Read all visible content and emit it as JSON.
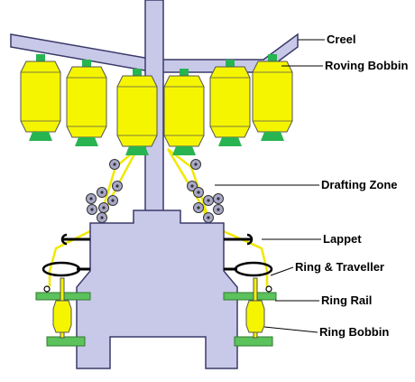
{
  "labels": {
    "creel": "Creel",
    "roving_bobbin": "Roving Bobbin",
    "drafting_zone": "Drafting Zone",
    "lappet": "Lappet",
    "ring_traveller": "Ring & Traveller",
    "ring_rail": "Ring Rail",
    "ring_bobbin": "Ring Bobbin"
  },
  "colors": {
    "frame": "#c8c8e8",
    "frame_stroke": "#3a3a6a",
    "bobbin": "#f5f500",
    "bobbin_stroke": "#555555",
    "bobbin_cap": "#28b450",
    "yarn": "#f0e800",
    "roller": "#a8a8c8",
    "rail": "#5cc25c"
  }
}
